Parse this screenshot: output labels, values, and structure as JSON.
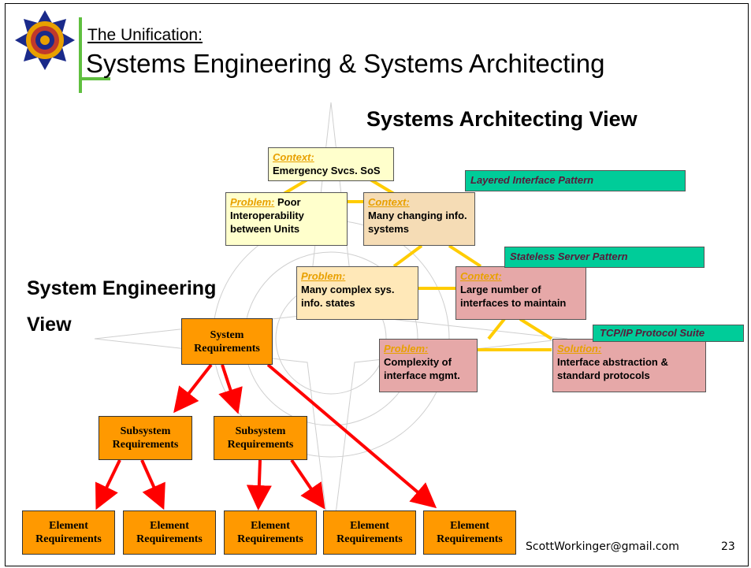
{
  "header": {
    "kicker": "The Unification:",
    "title": "Systems Engineering & Systems Architecting"
  },
  "architecting": {
    "heading": "Systems Architecting View",
    "boxes": [
      {
        "label": "Context:",
        "text": "Emergency Svcs. SoS"
      },
      {
        "label": "Problem:",
        "text": "Poor Interoperability between Units"
      },
      {
        "label": "Context:",
        "text": "Many changing info. systems"
      },
      {
        "label": "Problem:",
        "text": "Many complex sys. info. states"
      },
      {
        "label": "Context:",
        "text": "Large number of interfaces to maintain"
      },
      {
        "label": "Problem:",
        "text": "Complexity of interface mgmt."
      },
      {
        "label": "Solution:",
        "text": "Interface abstraction & standard protocols"
      }
    ],
    "patterns": [
      "Layered Interface Pattern",
      "Stateless Server Pattern",
      "TCP/IP Protocol Suite"
    ]
  },
  "engineering": {
    "heading_line1": "System Engineering",
    "heading_line2": "View",
    "system": {
      "line1": "System",
      "line2": "Requirements"
    },
    "subsystems": [
      {
        "line1": "Subsystem",
        "line2": "Requirements"
      },
      {
        "line1": "Subsystem",
        "line2": "Requirements"
      }
    ],
    "elements": [
      {
        "line1": "Element",
        "line2": "Requirements"
      },
      {
        "line1": "Element",
        "line2": "Requirements"
      },
      {
        "line1": "Element",
        "line2": "Requirements"
      },
      {
        "line1": "Element",
        "line2": "Requirements"
      },
      {
        "line1": "Element",
        "line2": "Requirements"
      }
    ]
  },
  "footer": {
    "email": "ScottWorkinger@gmail.com",
    "page": "23"
  },
  "colors": {
    "context_fill": "#ffffcc",
    "problem_fill": "#ffe0a0",
    "context2_fill": "#f5dcb5",
    "pink_fill": "#e6a8a8",
    "pattern_fill": "#00cc99",
    "req_fill": "#ff9900",
    "arrow": "#ff0000",
    "connector": "#ffcc00"
  }
}
